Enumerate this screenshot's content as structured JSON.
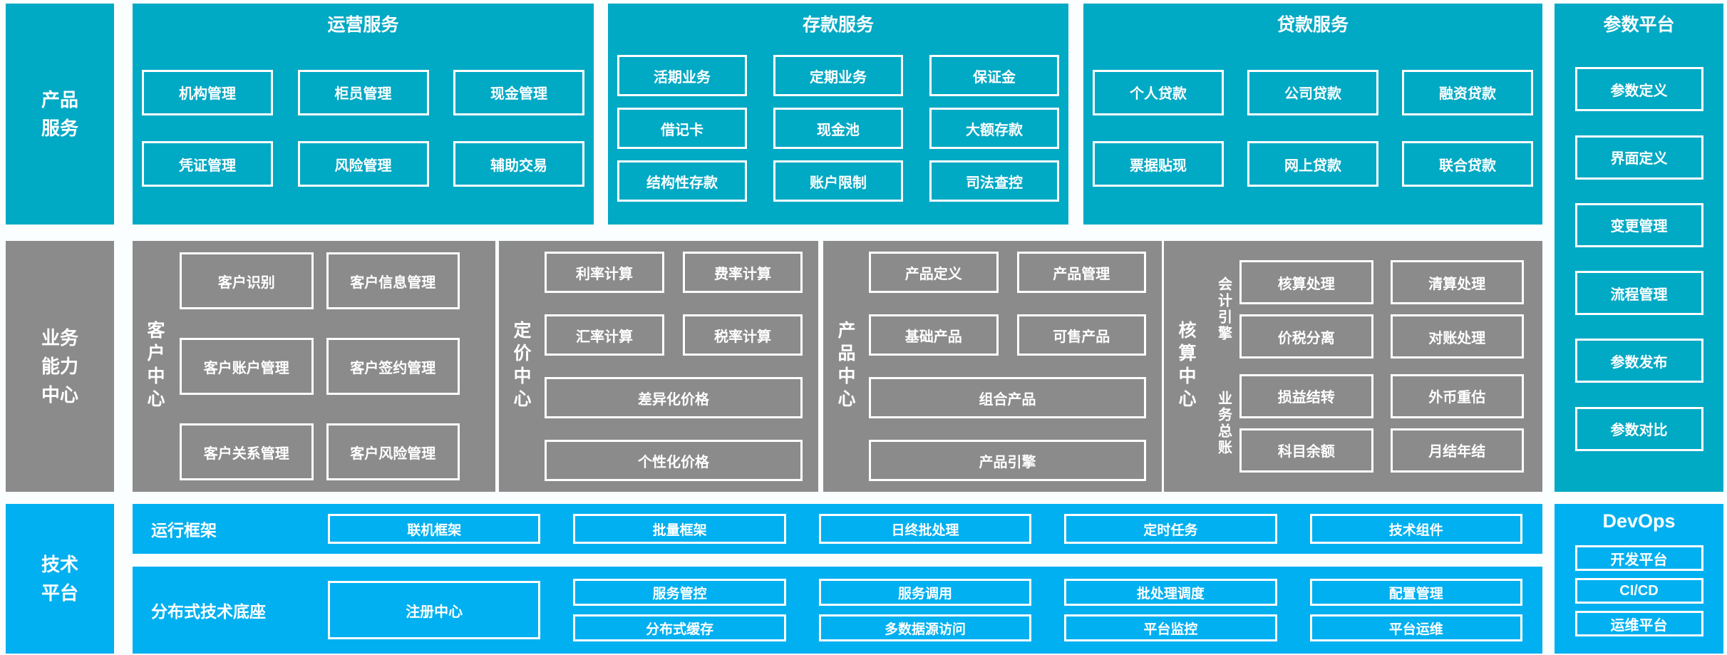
{
  "palette": {
    "teal": "#00a9c4",
    "gray": "#8b8b8b",
    "blue": "#00b0f0",
    "box_border": "#ffffff",
    "text": "#ffffff",
    "background": "#fbfeff"
  },
  "left_labels": {
    "product_services": "产品服务",
    "business_capability": "业务能力中心",
    "tech_platform": "技术平台"
  },
  "top_row": {
    "operations": {
      "title": "运营服务",
      "rows": [
        [
          "机构管理",
          "柜员管理",
          "现金管理"
        ],
        [
          "凭证管理",
          "风险管理",
          "辅助交易"
        ]
      ]
    },
    "deposit": {
      "title": "存款服务",
      "rows": [
        [
          "活期业务",
          "定期业务",
          "保证金"
        ],
        [
          "借记卡",
          "现金池",
          "大额存款"
        ],
        [
          "结构性存款",
          "账户限制",
          "司法查控"
        ]
      ]
    },
    "loan": {
      "title": "贷款服务",
      "rows": [
        [
          "个人贷款",
          "公司贷款",
          "融资贷款"
        ],
        [
          "票据贴现",
          "网上贷款",
          "联合贷款"
        ]
      ]
    }
  },
  "param_platform": {
    "title": "参数平台",
    "items": [
      "参数定义",
      "界面定义",
      "变更管理",
      "流程管理",
      "参数发布",
      "参数对比"
    ]
  },
  "capability_row": {
    "customer": {
      "label": "客户中心",
      "boxes": [
        [
          "客户识别",
          "客户信息管理"
        ],
        [
          "客户账户管理",
          "客户签约管理"
        ],
        [
          "客户关系管理",
          "客户风险管理"
        ]
      ]
    },
    "pricing": {
      "label": "定价中心",
      "pairs": [
        [
          "利率计算",
          "费率计算"
        ],
        [
          "汇率计算",
          "税率计算"
        ]
      ],
      "wide": [
        "差异化价格",
        "个性化价格"
      ]
    },
    "product": {
      "label": "产品中心",
      "pairs": [
        [
          "产品定义",
          "产品管理"
        ],
        [
          "基础产品",
          "可售产品"
        ]
      ],
      "wide": [
        "组合产品",
        "产品引擎"
      ]
    },
    "accounting": {
      "label": "核算中心",
      "groups": [
        {
          "label": "会计引擎",
          "boxes": [
            [
              "核算处理",
              "清算处理"
            ],
            [
              "价税分离",
              "对账处理"
            ]
          ]
        },
        {
          "label": "业务总账",
          "boxes": [
            [
              "损益结转",
              "外币重估"
            ],
            [
              "科目余额",
              "月结年结"
            ]
          ]
        }
      ]
    }
  },
  "tech_row": {
    "runtime": {
      "label": "运行框架",
      "items": [
        "联机框架",
        "批量框架",
        "日终批处理",
        "定时任务",
        "技术组件"
      ]
    },
    "distributed": {
      "label": "分布式技术底座",
      "registry": "注册中心",
      "grid": [
        [
          "服务管控",
          "服务调用",
          "批处理调度",
          "配置管理"
        ],
        [
          "分布式缓存",
          "多数据源访问",
          "平台监控",
          "平台运维"
        ]
      ]
    },
    "devops": {
      "title": "DevOps",
      "items": [
        "开发平台",
        "CI/CD",
        "运维平台"
      ]
    }
  }
}
